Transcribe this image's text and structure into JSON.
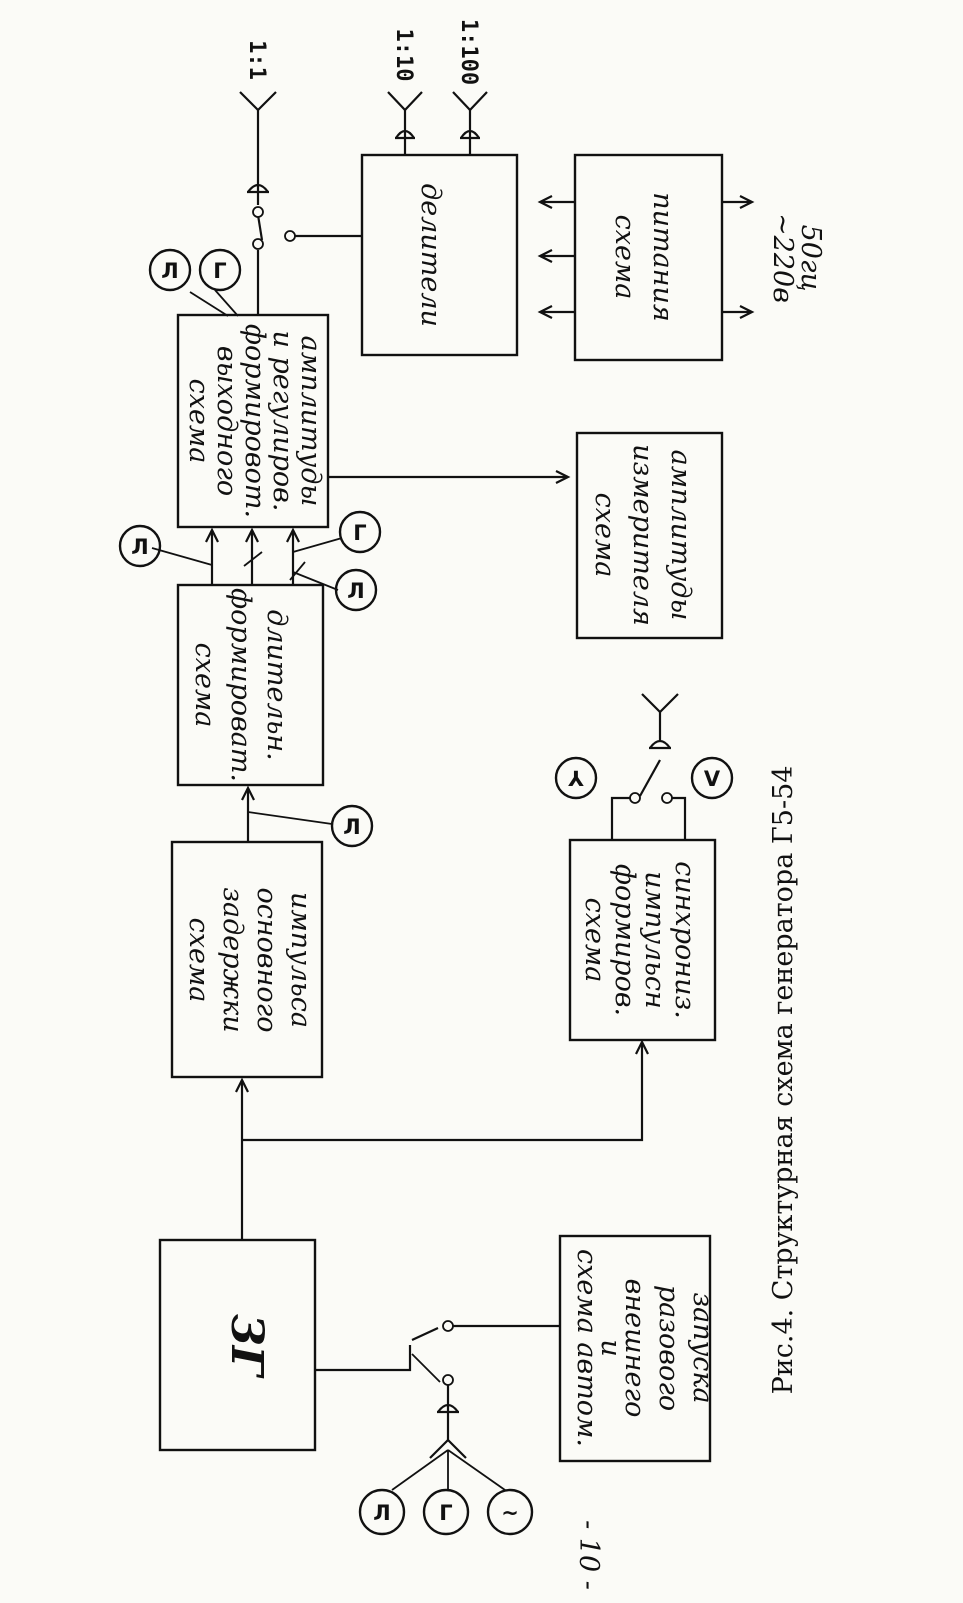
{
  "blocks": {
    "zg": "ЗГ",
    "ext_launch": [
      "схема автом.",
      "и",
      "внешнего",
      "разового",
      "запуска"
    ],
    "delay": [
      "схема",
      "задержки",
      "основного",
      "импульса"
    ],
    "duration": [
      "схема",
      "формироват.",
      "длительн."
    ],
    "output": [
      "схема",
      "выходного",
      "формировот.",
      "и регулиров.",
      "амплитуды"
    ],
    "sync": [
      "схема",
      "формиров.",
      "импульсн",
      "синхрониз."
    ],
    "meter": [
      "схема",
      "измерителя",
      "амплитуды"
    ],
    "dividers": "делители",
    "power": [
      "схема",
      "питания"
    ]
  },
  "labels": {
    "ratio_1_1": "1:1",
    "ratio_1_10": "1:10",
    "ratio_1_100": "1:100",
    "mains": [
      "~220в",
      "50гц"
    ]
  },
  "mode_symbols": {
    "pulse": "Л",
    "pulse_inverted": "Г",
    "sine": "~",
    "sync_pos": "⅄",
    "sync_neg": "V"
  },
  "caption": "Рис.4. Структурная схема генератора Г5-54",
  "page_number": "- 10 -"
}
